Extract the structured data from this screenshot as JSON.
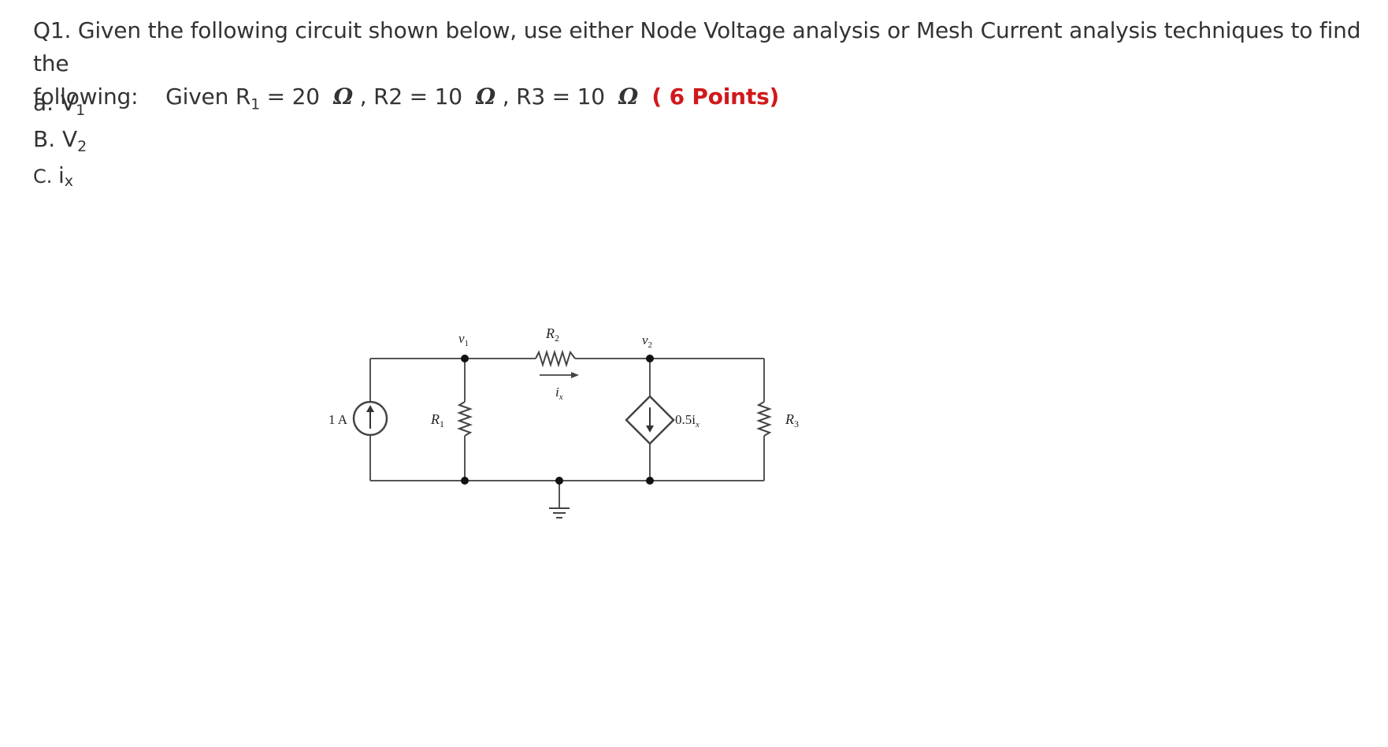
{
  "question": {
    "line1": "Q1. Given the following circuit shown below, use either Node Voltage analysis or Mesh Current analysis techniques to find the",
    "line2_lead": "following:    Given R",
    "r1_sub": "1",
    "r1_value": " = 20 ",
    "omega": "Ω",
    "r2_text": " , R2 = 10 ",
    "r3_text": " , R3 = 10 ",
    "points": "( 6 Points)"
  },
  "parts": [
    {
      "label": "a. V",
      "sub": "1"
    },
    {
      "label": "B. V",
      "sub": "2"
    },
    {
      "label": "C. ",
      "var": "i",
      "sub": "x"
    }
  ],
  "circuit": {
    "source_label": "1 A",
    "r1_label": "R",
    "r1_sub": "1",
    "r2_label": "R",
    "r2_sub": "2",
    "r3_label": "R",
    "r3_sub": "3",
    "v1_label": "v",
    "v1_sub": "1",
    "v2_label": "v",
    "v2_sub": "2",
    "ix_label": "i",
    "ix_sub": "x",
    "dep_label": "0.5i",
    "dep_sub": "x"
  },
  "colors": {
    "text": "#333333",
    "points": "#d0191b",
    "wire": "#555555"
  }
}
